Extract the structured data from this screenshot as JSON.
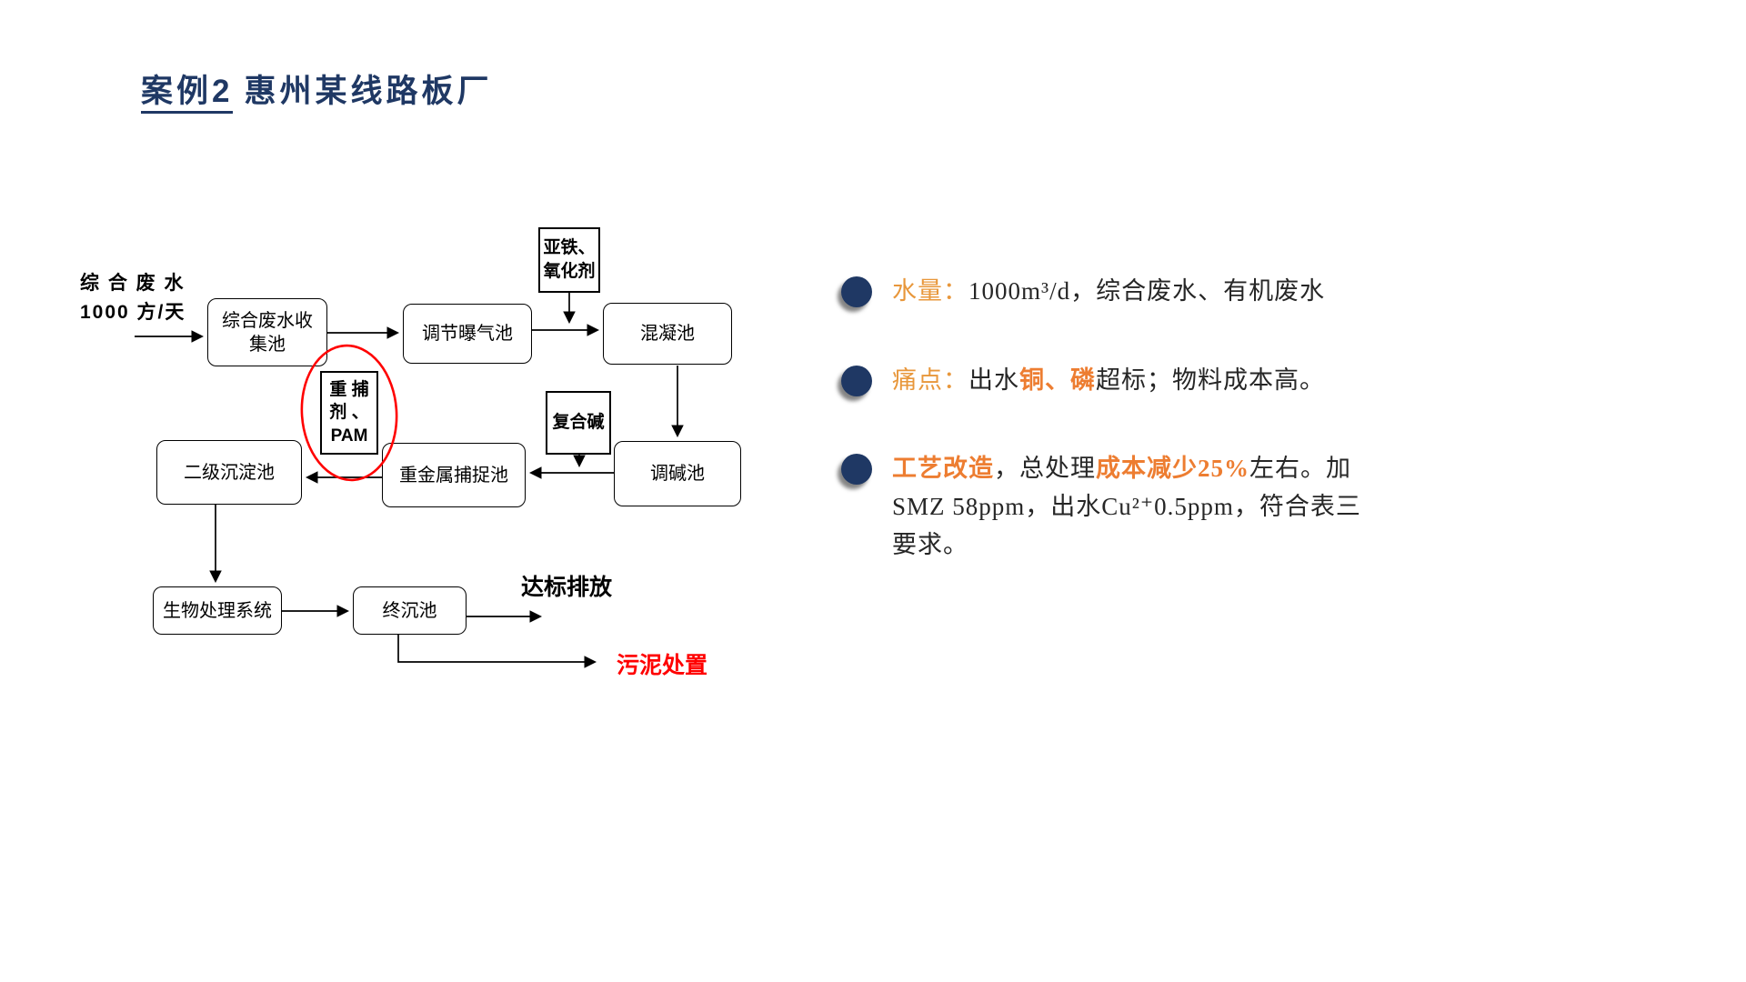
{
  "title": {
    "part1": "案例2",
    "part2": "惠州某线路板厂"
  },
  "flowchart": {
    "input": {
      "line1": "综 合 废 水",
      "line2": "1000 方/天"
    },
    "nodes": {
      "collection": "综合废水收集池",
      "aeration": "调节曝气池",
      "coagulation": "混凝池",
      "alkali": "调碱池",
      "capture": "重金属捕捉池",
      "secondary": "二级沉淀池",
      "bio": "生物处理系统",
      "final": "终沉池"
    },
    "chemicals": {
      "ferrous": "亚铁、\n氧化剂",
      "compound_alkali": "复合碱",
      "scavenger": "重 捕\n剂 、\nPAM"
    },
    "outputs": {
      "discharge": "达标排放",
      "sludge": "污泥处置"
    }
  },
  "bullets": {
    "b1": {
      "label": "水量：",
      "text": "1000m³/d，综合废水、有机废水"
    },
    "b2": {
      "label": "痛点：",
      "t1": "出水",
      "hl": "铜、磷",
      "t2": "超标；物料成本高。"
    },
    "b3": {
      "hl1": "工艺改造",
      "t1": "，总处理",
      "hl2": "成本减少25%",
      "t2": "左右。加SMZ 58ppm，出水Cu²⁺0.5ppm，符合表三要求。"
    }
  },
  "colors": {
    "title_blue": "#1F3864",
    "accent_orange": "#E8973B",
    "highlight_orange": "#ED7D31",
    "bullet_navy": "#1F3864",
    "alert_red": "#FF0000",
    "ellipse_red": "#FF0000"
  }
}
